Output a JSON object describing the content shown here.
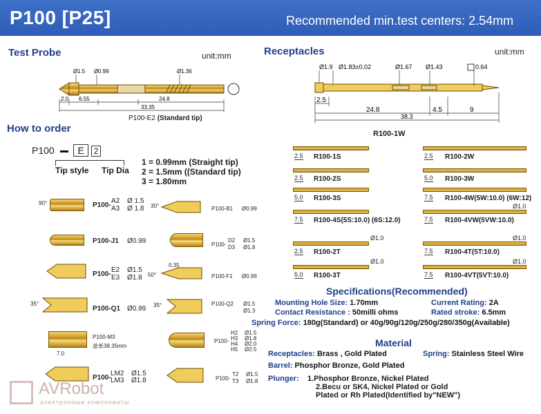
{
  "header": {
    "title": "P100  [P25]",
    "recommended": "Recommended min.test centers: 2.54mm"
  },
  "test_probe": {
    "title": "Test Probe",
    "unit": "unit:mm",
    "dims": [
      "1.5",
      "0.99",
      "1.36",
      "2.0",
      "6.55",
      "24.8",
      "33.35"
    ],
    "caption_model": "P100-E2",
    "caption_tip": "(Standard tip)"
  },
  "receptacles": {
    "title": "Receptacles",
    "unit": "unit:mm",
    "dims": [
      "1.9",
      "1.83±0.02",
      "1.67",
      "1.43",
      "0.64",
      "2.5",
      "24.8",
      "4.5",
      "9",
      "38.3"
    ],
    "model": "R100-1W",
    "left_items": [
      {
        "dim": "2.5",
        "name": "R100-1S"
      },
      {
        "dim": "2.5",
        "name": "R100-2S"
      },
      {
        "dim": "5.0",
        "name": "R100-3S"
      },
      {
        "dim": "7.5",
        "name": "R100-4S(5S:10.0) (6S:12.0)"
      },
      {
        "dim": "2.5",
        "name": "R100-2T",
        "extra": "1.0"
      },
      {
        "dim": "5.0",
        "name": "R100-3T",
        "extra": "1.0"
      }
    ],
    "right_items": [
      {
        "dim": "2.5",
        "name": "R100-2W"
      },
      {
        "dim": "5.0",
        "name": "R100-3W"
      },
      {
        "dim": "7.5",
        "name": "R100-4W(5W:10.0) (6W:12)"
      },
      {
        "dim": "7.5",
        "name": "R100-4VW(5VW:10.0)",
        "extra": "1.0"
      },
      {
        "dim": "7.5",
        "name": "R100-4T(5T:10.0)",
        "extra": "1.0"
      },
      {
        "dim": "7.5",
        "name": "R100-4VT(5VT:10.0)",
        "extra": "1.0"
      }
    ]
  },
  "how_to_order": {
    "title": "How to order",
    "code_prefix": "P100",
    "code_e": "E",
    "code_2": "2",
    "tip_style": "Tip style",
    "tip_dia": "Tip Dia",
    "options": [
      "1 = 0.99mm (Straight tip)",
      "2 = 1.5mm ((Standard tip)",
      "3 = 1.80mm"
    ]
  },
  "tips": [
    {
      "model": "P100-",
      "sub": [
        "A2",
        "A3"
      ],
      "sizes": [
        "Ø 1.5",
        "Ø 1.8"
      ],
      "angle": "90°"
    },
    {
      "model": "P100-B1",
      "sizes": [
        "Ø0.99"
      ],
      "angle": "30°"
    },
    {
      "model": "P100-J1",
      "sizes": [
        "Ø0.99"
      ]
    },
    {
      "model": "P100-",
      "sub": [
        "D2",
        "D3"
      ],
      "sizes": [
        "Ø1.5",
        "Ø1.8"
      ]
    },
    {
      "model": "P100-",
      "sub": [
        "E2",
        "E3"
      ],
      "sizes": [
        "Ø1.5",
        "Ø1.8"
      ]
    },
    {
      "model": "P100-F1",
      "sizes": [
        "Ø0.99"
      ],
      "angle": "50°",
      "dim": "0.35"
    },
    {
      "model": "P100-Q1",
      "sizes": [
        "Ø0.99"
      ],
      "angle": "35°"
    },
    {
      "model": "P100-Q2",
      "sizes": [
        "Ø1.5",
        "Ø1.3"
      ],
      "angle": "35°"
    },
    {
      "model": "P100-M3",
      "note": "总长38.35mm",
      "dim": "7.0"
    },
    {
      "model": "P100-",
      "sub": [
        "H2",
        "H3",
        "H4",
        "H5"
      ],
      "sizes": [
        "Ø1.5",
        "Ø1.8",
        "Ø2.0",
        "Ø2.5"
      ]
    },
    {
      "model": "P100-",
      "sub": [
        "LM2",
        "LM3"
      ],
      "sizes": [
        "Ø1.5",
        "Ø1.8"
      ]
    },
    {
      "model": "P100-",
      "sub": [
        "T2",
        "T3"
      ],
      "sizes": [
        "Ø1.5",
        "Ø1.8"
      ]
    }
  ],
  "specifications": {
    "title": "Specifications(Recommended)",
    "mounting_label": "Mounting Hole Size:",
    "mounting_value": "1.70mm",
    "current_label": "Current Rating:",
    "current_value": "2A",
    "contact_label": "Contact Resistance :",
    "contact_value": "50milli ohms",
    "stroke_label": "Rated stroke:",
    "stroke_value": "6.5mm",
    "spring_label": "Spring Force:",
    "spring_value": "180g(Standard) or 40g/90g/120g/250g/280/350g(Available)"
  },
  "material": {
    "title": "Material",
    "receptacles_label": "Receptacles:",
    "receptacles_value": "Brass , Gold Plated",
    "spring_label": "Spring:",
    "spring_value": "Stainless Steel Wire",
    "barrel_label": "Barrel:",
    "barrel_value": "Phosphor Bronze, Gold Plated",
    "plunger_label": "Plunger:",
    "plunger_lines": [
      "1.Phosphor Bronze, Nickel Plated",
      "2.Becu or SK4, Nickel Plated or Gold",
      "Plated or Rh Plated(Identified by\"NEW\")"
    ]
  },
  "watermark": {
    "brand": "AVRobot",
    "subtitle": "электронные компоненты"
  }
}
